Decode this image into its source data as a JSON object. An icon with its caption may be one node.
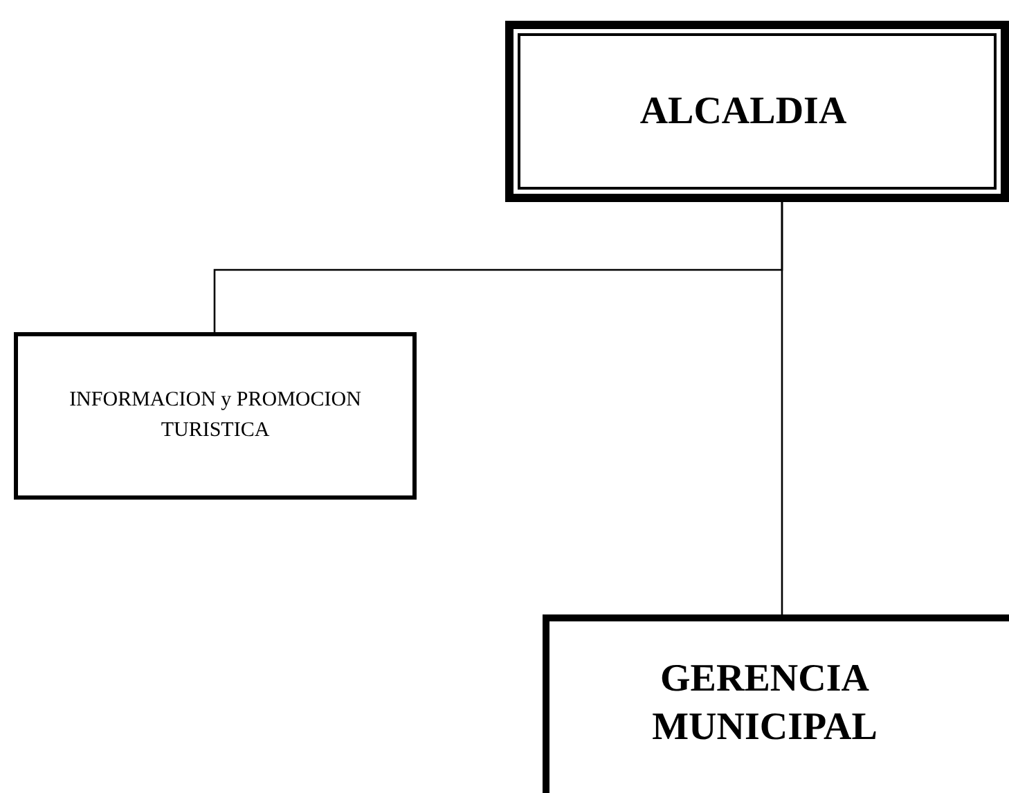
{
  "diagram": {
    "nodes": [
      {
        "text": [
          "ALCALDIA"
        ]
      },
      {
        "text": [
          "INFORMACION y PROMOCION TURISTICA"
        ]
      },
      {
        "text": [
          "GERENCIA MUNICIPAL"
        ]
      }
    ],
    "edges": [
      {
        "from": 0,
        "to": 1,
        "arrow": "none"
      },
      {
        "from": 0,
        "to": 2,
        "arrow": "none"
      }
    ]
  }
}
